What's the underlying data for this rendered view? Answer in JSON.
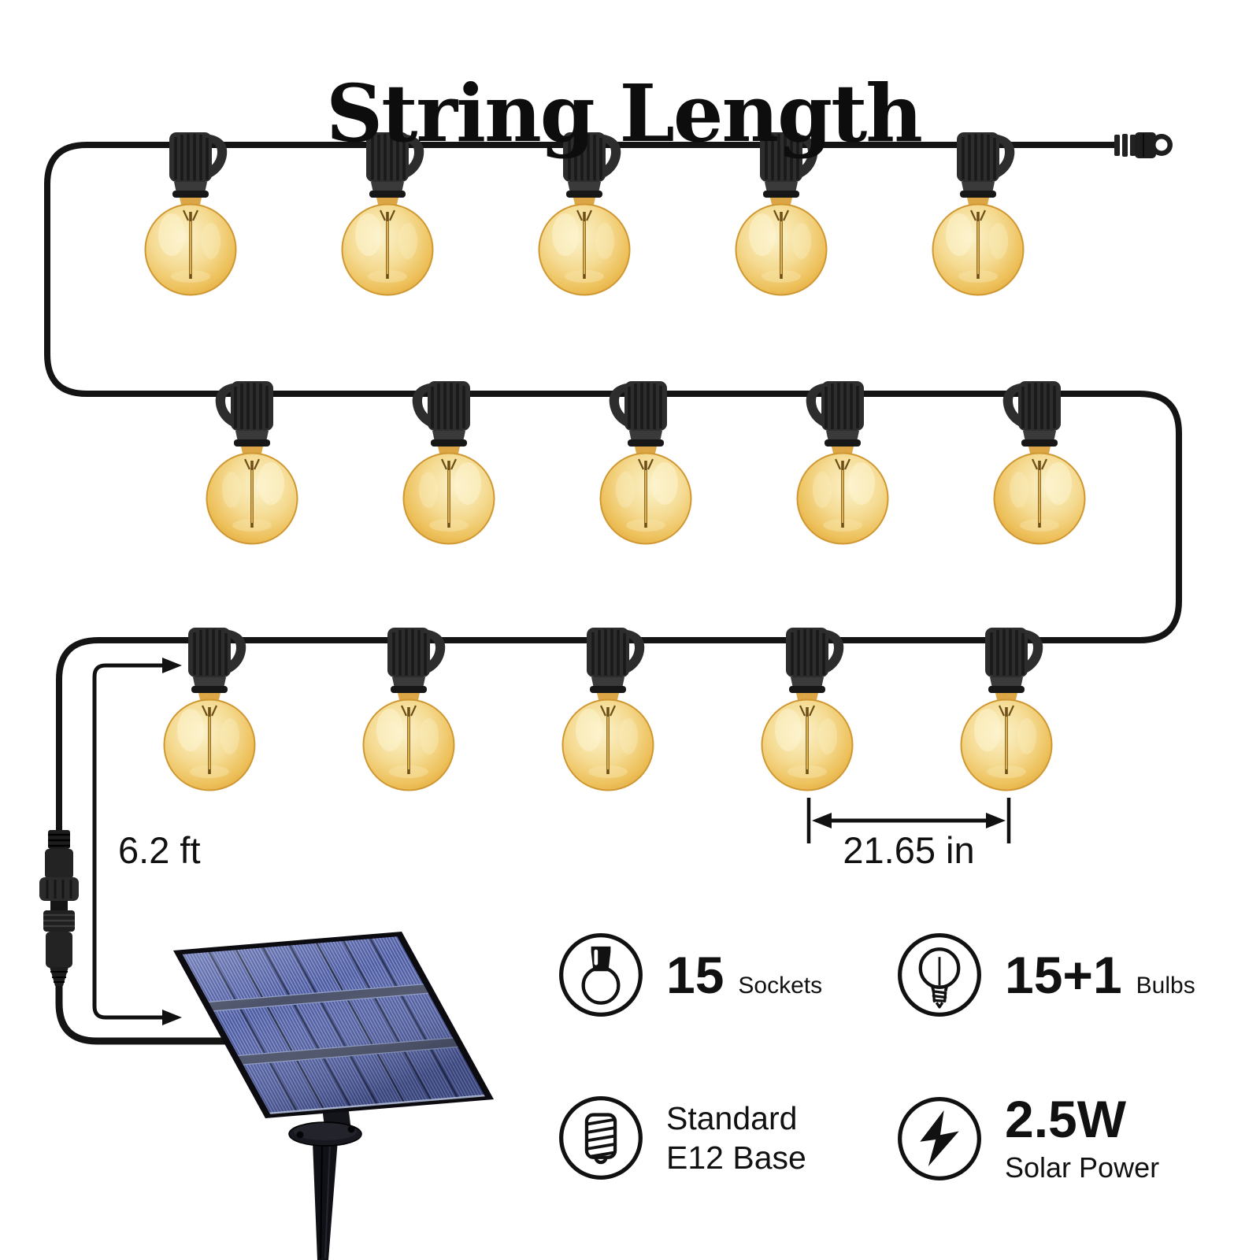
{
  "title": "String Length",
  "annotations": {
    "lead_length": "6.2 ft",
    "bulb_spacing": "21.65 in"
  },
  "features": [
    {
      "icon": "socket-icon",
      "value": "15",
      "label": "Sockets"
    },
    {
      "icon": "bulb-icon",
      "value": "15+1",
      "label": "Bulbs"
    },
    {
      "icon": "e12-base-icon",
      "line1": "Standard",
      "line2": "E12 Base"
    },
    {
      "icon": "lightning-icon",
      "value": "2.5W",
      "label": "Solar Power"
    }
  ],
  "string_layout": {
    "rows": 3,
    "sockets_per_row": 5,
    "total_sockets": 15
  },
  "colors": {
    "background": "#FFFFFF",
    "wire": "#141414",
    "socket_black": "#2D2D2D",
    "bulb_amber": "#EDC05A",
    "panel_blue": "#4D5AA0",
    "text": "#111111"
  }
}
